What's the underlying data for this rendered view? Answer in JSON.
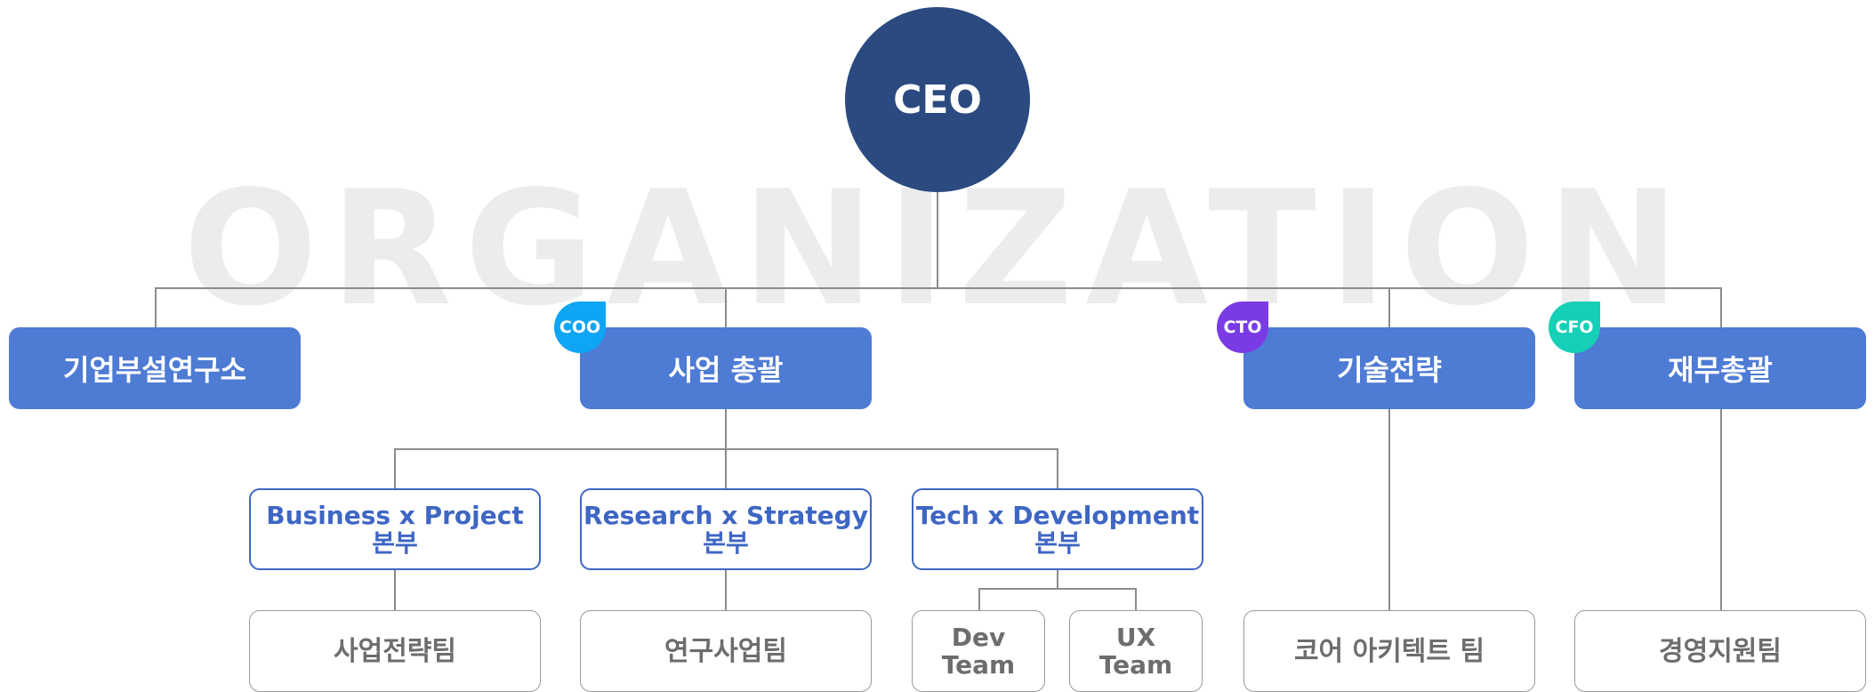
{
  "watermark": "ORGANIZATION",
  "ceo": "CEO",
  "divisions": {
    "lab": {
      "label": "기업부설연구소"
    },
    "business": {
      "label": "사업 총괄",
      "badge": "COO"
    },
    "tech": {
      "label": "기술전략",
      "badge": "CTO"
    },
    "finance": {
      "label": "재무총괄",
      "badge": "CFO"
    }
  },
  "headquarters": [
    {
      "line1": "Business x Project",
      "line2": "본부"
    },
    {
      "line1": "Research x Strategy",
      "line2": "본부"
    },
    {
      "line1": "Tech x Development",
      "line2": "본부"
    }
  ],
  "teams": {
    "biz_strategy": "사업전략팀",
    "research_biz": "연구사업팀",
    "dev": {
      "line1": "Dev",
      "line2": "Team"
    },
    "ux": {
      "line1": "UX",
      "line2": "Team"
    },
    "core_architect": "코어 아키텍트 팀",
    "management_support": "경영지원팀"
  },
  "colors": {
    "ceo": "#2a4a80",
    "division": "#4e7bd4",
    "hq_border": "#3e66c4",
    "coo_badge": "#0ea5f5",
    "cto_badge": "#7a3be6",
    "cfo_badge": "#15d0b6",
    "connector": "#8c8c8c"
  }
}
